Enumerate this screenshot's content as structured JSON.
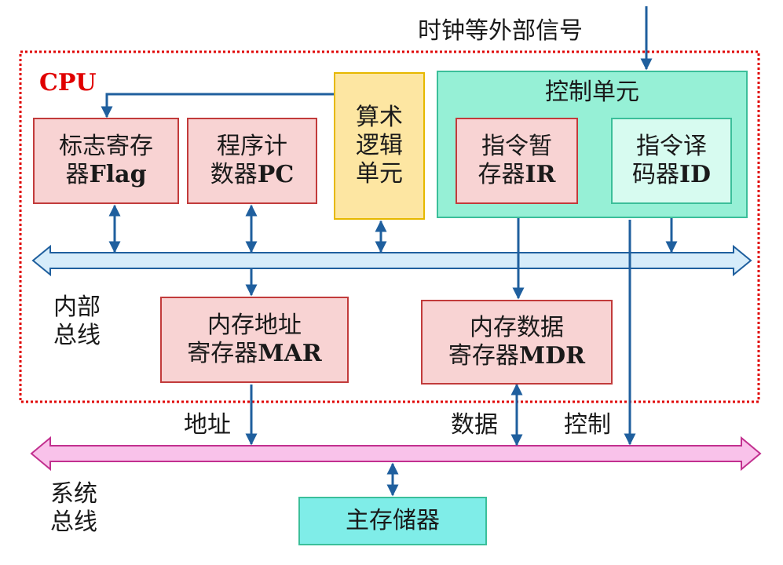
{
  "clock_label": "时钟等外部信号",
  "cpu_label": "CPU",
  "flag_register": {
    "line1": "标志寄存",
    "line2_cn": "器",
    "line2_latin": "Flag"
  },
  "pc_register": {
    "line1": "程序计",
    "line2_cn": "数器",
    "line2_latin": "PC"
  },
  "alu": {
    "line1": "算术",
    "line2": "逻辑",
    "line3": "单元"
  },
  "control_unit": {
    "title": "控制单元"
  },
  "ir_register": {
    "line1": "指令暂",
    "line2_cn": "存器",
    "line2_latin": "IR"
  },
  "id_decoder": {
    "line1": "指令译",
    "line2_cn": "码器",
    "line2_latin": "ID"
  },
  "internal_bus": {
    "line1": "内部",
    "line2": "总线"
  },
  "mar_register": {
    "line1": "内存地址",
    "line2_cn": "寄存器",
    "line2_latin": "MAR"
  },
  "mdr_register": {
    "line1": "内存数据",
    "line2_cn": "寄存器",
    "line2_latin": "MDR"
  },
  "address_label": "地址",
  "data_label": "数据",
  "control_label": "控制",
  "system_bus": {
    "line1": "系统",
    "line2": "总线"
  },
  "main_memory": "主存储器",
  "colors": {
    "wire": "#1f5f9e",
    "internal_bus_fill": "#d6ecfa",
    "system_bus_fill": "#f9c2ea",
    "system_bus_stroke": "#c2308f",
    "cpu_border": "#e00000"
  }
}
